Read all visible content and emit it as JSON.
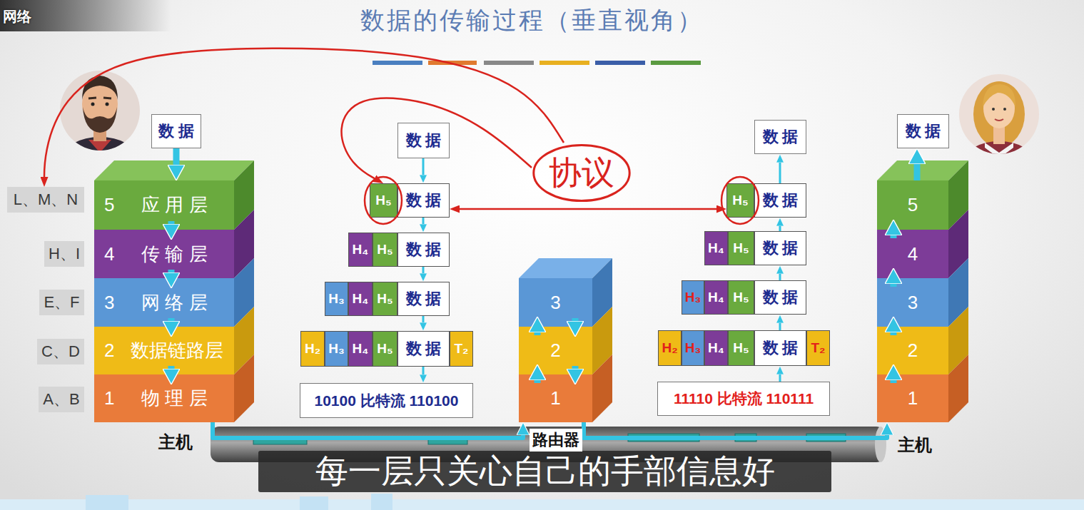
{
  "diagram": {
    "title": "数据的传输过程（垂直视角）",
    "caption": "每一层只关心自己的手部信息好",
    "nodes": [
      {
        "text": [
          "L、M、N"
        ]
      },
      {
        "text": [
          "H、I"
        ]
      },
      {
        "text": [
          "E、F"
        ]
      },
      {
        "text": [
          "C、D"
        ]
      },
      {
        "text": [
          "A、B"
        ]
      },
      {
        "text": [
          "数据"
        ]
      },
      {
        "text": [
          "5",
          "应用层"
        ]
      },
      {
        "text": [
          "4",
          "传输层"
        ]
      },
      {
        "text": [
          "3",
          "网络层"
        ]
      },
      {
        "text": [
          "2",
          "数据链路层"
        ]
      },
      {
        "text": [
          "1",
          "物理层"
        ]
      },
      {
        "text": [
          "数据"
        ]
      },
      {
        "text": [
          "H₅"
        ]
      },
      {
        "text": [
          "数据"
        ]
      },
      {
        "text": [
          "H₄"
        ]
      },
      {
        "text": [
          "H₅"
        ]
      },
      {
        "text": [
          "数据"
        ]
      },
      {
        "text": [
          "H₃"
        ]
      },
      {
        "text": [
          "H₄"
        ]
      },
      {
        "text": [
          "H₅"
        ]
      },
      {
        "text": [
          "数据"
        ]
      },
      {
        "text": [
          "H₂"
        ]
      },
      {
        "text": [
          "H₃"
        ]
      },
      {
        "text": [
          "H₄"
        ]
      },
      {
        "text": [
          "H₅"
        ]
      },
      {
        "text": [
          "数据"
        ]
      },
      {
        "text": [
          "T₂"
        ]
      },
      {
        "text": [
          "10100 比特流 110100"
        ]
      },
      {
        "text": [
          "协议"
        ]
      },
      {
        "text": [
          "3"
        ]
      },
      {
        "text": [
          "2"
        ]
      },
      {
        "text": [
          "1"
        ]
      },
      {
        "text": [
          "数据"
        ]
      },
      {
        "text": [
          "H₅"
        ]
      },
      {
        "text": [
          "数据"
        ]
      },
      {
        "text": [
          "H₄"
        ]
      },
      {
        "text": [
          "H₅"
        ]
      },
      {
        "text": [
          "数据"
        ]
      },
      {
        "text": [
          "H₃"
        ]
      },
      {
        "text": [
          "H₄"
        ]
      },
      {
        "text": [
          "H₅"
        ]
      },
      {
        "text": [
          "数据"
        ]
      },
      {
        "text": [
          "H₂"
        ]
      },
      {
        "text": [
          "H₃"
        ]
      },
      {
        "text": [
          "H₄"
        ]
      },
      {
        "text": [
          "H₅"
        ]
      },
      {
        "text": [
          "数据"
        ]
      },
      {
        "text": [
          "T₂"
        ]
      },
      {
        "text": [
          "11110 比特流 110111"
        ]
      },
      {
        "text": [
          "数据"
        ]
      },
      {
        "text": [
          "5"
        ]
      },
      {
        "text": [
          "4"
        ]
      },
      {
        "text": [
          "3"
        ]
      },
      {
        "text": [
          "2"
        ]
      },
      {
        "text": [
          "1"
        ]
      }
    ],
    "edges": [
      {
        "from": 5,
        "to": 6,
        "arrow": "to"
      },
      {
        "from": 6,
        "to": 7,
        "arrow": "to"
      },
      {
        "from": 7,
        "to": 8,
        "arrow": "to"
      },
      {
        "from": 8,
        "to": 9,
        "arrow": "to"
      },
      {
        "from": 9,
        "to": 10,
        "arrow": "to"
      },
      {
        "from": 10,
        "to": 31,
        "arrow": "to"
      },
      {
        "from": 31,
        "to": 30,
        "arrow": "to"
      },
      {
        "from": 30,
        "to": 29,
        "arrow": "to"
      },
      {
        "from": 29,
        "to": 30,
        "arrow": "to"
      },
      {
        "from": 30,
        "to": 31,
        "arrow": "to"
      },
      {
        "from": 31,
        "to": 54,
        "arrow": "to"
      },
      {
        "from": 54,
        "to": 53,
        "arrow": "to"
      },
      {
        "from": 53,
        "to": 52,
        "arrow": "to"
      },
      {
        "from": 52,
        "to": 51,
        "arrow": "to"
      },
      {
        "from": 51,
        "to": 50,
        "arrow": "to"
      },
      {
        "from": 50,
        "to": 49,
        "arrow": "to"
      },
      {
        "from": 11,
        "to": 13,
        "arrow": "to"
      },
      {
        "from": 13,
        "to": 16,
        "arrow": "to"
      },
      {
        "from": 16,
        "to": 20,
        "arrow": "to"
      },
      {
        "from": 20,
        "to": 25,
        "arrow": "to"
      },
      {
        "from": 25,
        "to": 27,
        "arrow": "to"
      },
      {
        "from": 48,
        "to": 46,
        "arrow": "to"
      },
      {
        "from": 46,
        "to": 41,
        "arrow": "to"
      },
      {
        "from": 41,
        "to": 37,
        "arrow": "to"
      },
      {
        "from": 37,
        "to": 34,
        "arrow": "to"
      },
      {
        "from": 34,
        "to": 32,
        "arrow": "to"
      },
      {
        "from": 28,
        "to": 0,
        "arrow": "to"
      },
      {
        "from": 28,
        "to": 12,
        "arrow": "to"
      },
      {
        "from": 13,
        "to": 33,
        "arrow": "both"
      }
    ],
    "labels": [
      "网络",
      "主机",
      "路由器",
      "主机"
    ]
  }
}
